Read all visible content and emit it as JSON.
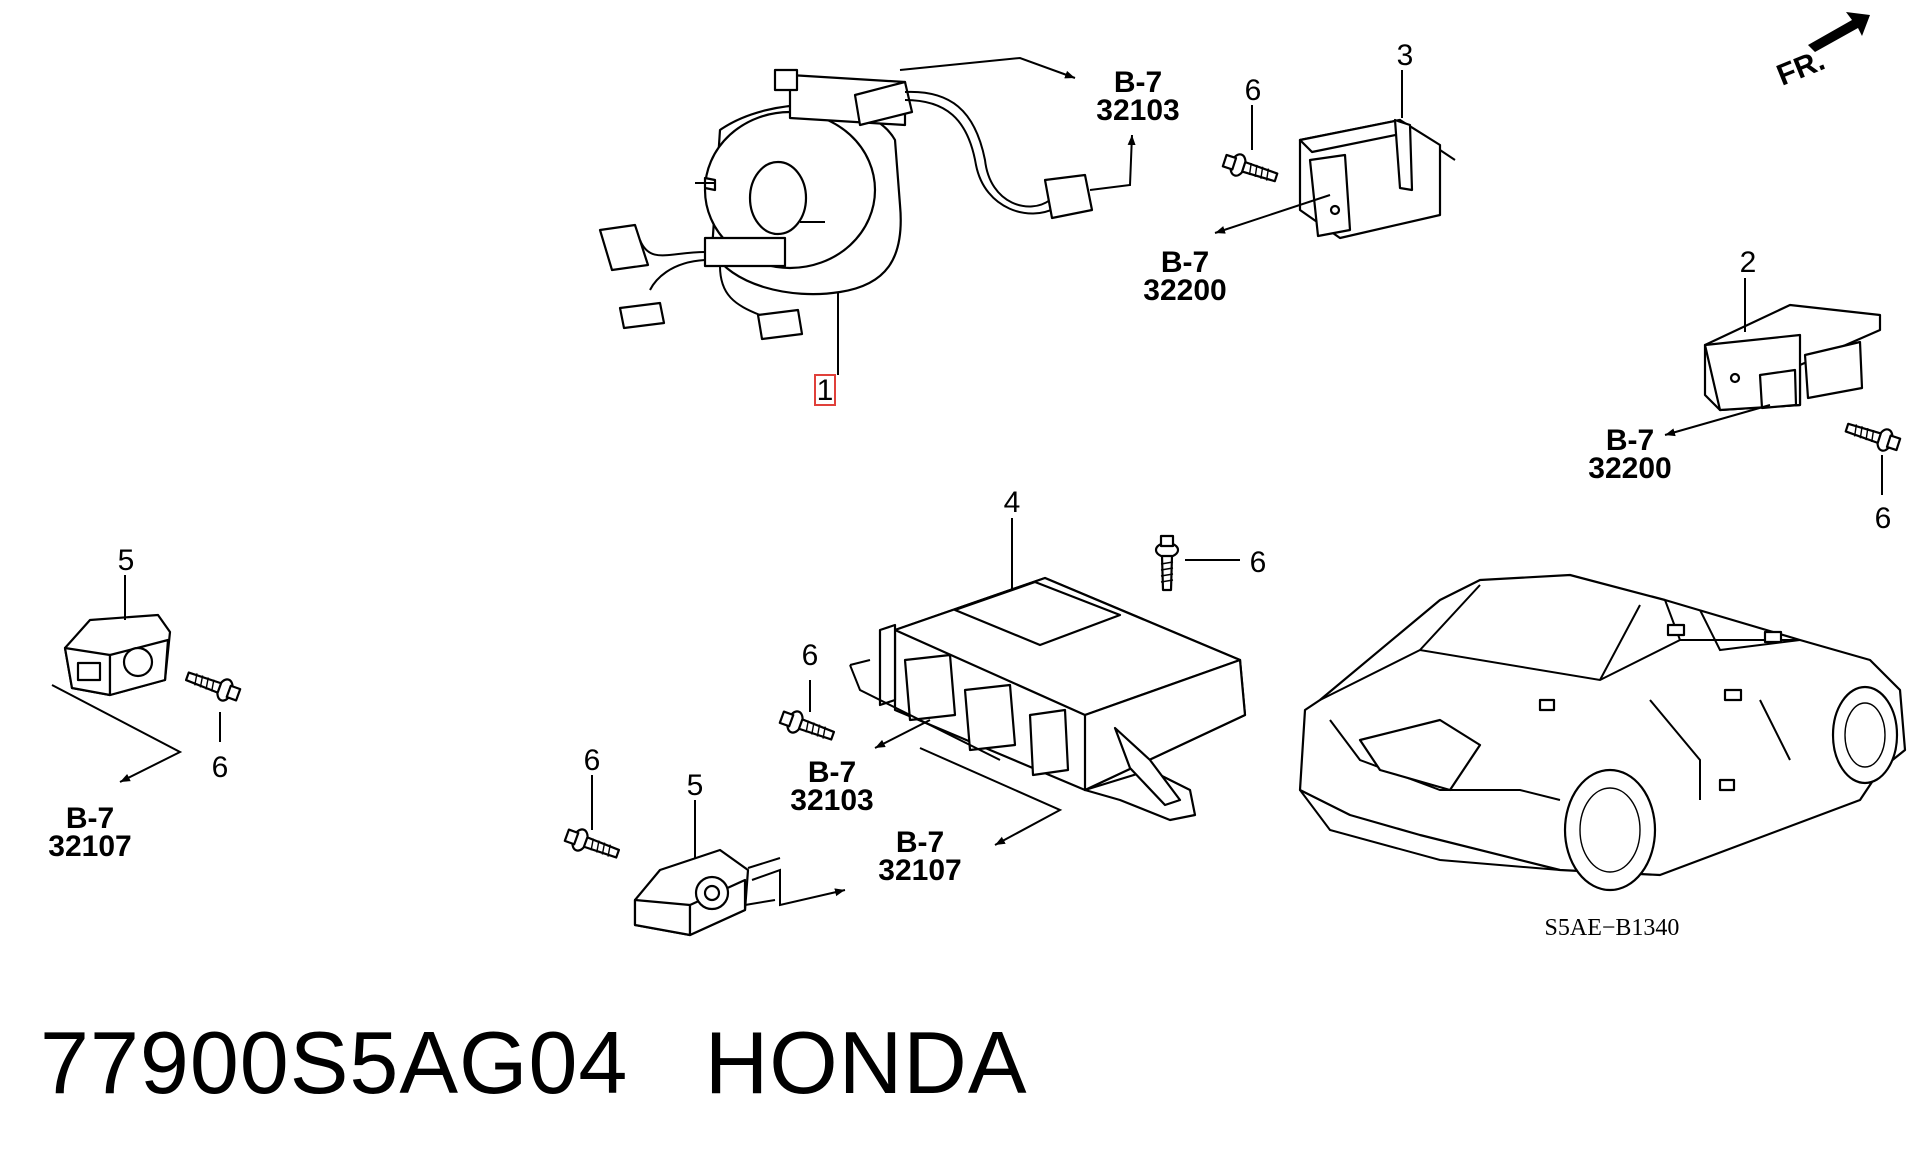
{
  "footer": {
    "part_number": "77900S5AG04",
    "brand": "HONDA"
  },
  "diagram_code": "S5AE−B1340",
  "direction_label": "FR.",
  "callouts": {
    "c1": "1",
    "c2": "2",
    "c3": "3",
    "c4": "4",
    "c5a": "5",
    "c5b": "5",
    "c6a": "6",
    "c6b": "6",
    "c6c": "6",
    "c6d": "6",
    "c6e": "6",
    "c6f": "6"
  },
  "refs": {
    "r1": {
      "page": "B-7",
      "code": "32103"
    },
    "r2": {
      "page": "B-7",
      "code": "32200"
    },
    "r3": {
      "page": "B-7",
      "code": "32200"
    },
    "r4": {
      "page": "B-7",
      "code": "32103"
    },
    "r5": {
      "page": "B-7",
      "code": "32107"
    },
    "r6": {
      "page": "B-7",
      "code": "32107"
    }
  },
  "highlight_color": "#e0403a"
}
